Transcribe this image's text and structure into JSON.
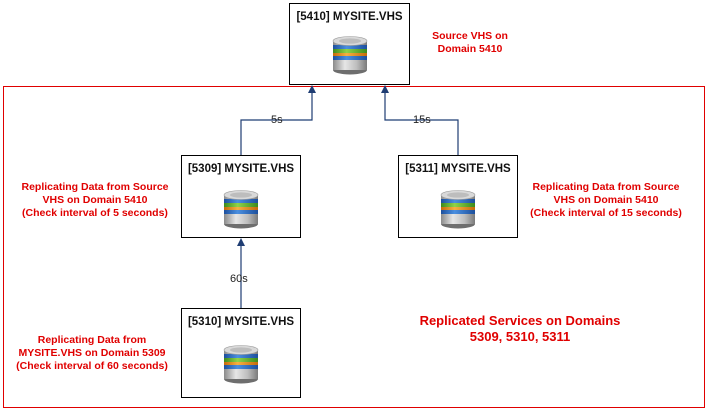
{
  "source": {
    "title": "[5410] MYSITE.VHS",
    "note_line1": "Source VHS on",
    "note_line2": "Domain 5410"
  },
  "node_5309": {
    "title": "[5309] MYSITE.VHS",
    "note_line1": "Replicating Data from Source",
    "note_line2": "VHS on Domain 5410",
    "note_line3": "(Check interval of 5 seconds)",
    "interval": "5s"
  },
  "node_5311": {
    "title": "[5311] MYSITE.VHS",
    "note_line1": "Replicating Data from Source",
    "note_line2": "VHS on Domain 5410",
    "note_line3": "(Check interval of 15 seconds)",
    "interval": "15s"
  },
  "node_5310": {
    "title": "[5310] MYSITE.VHS",
    "note_line1": "Replicating Data from",
    "note_line2": "MYSITE.VHS on Domain 5309",
    "note_line3": "(Check interval of 60 seconds)",
    "interval": "60s"
  },
  "replicated": {
    "line1": "Replicated Services on Domains",
    "line2": "5309, 5310, 5311"
  },
  "colors": {
    "accent_red": "#e00000",
    "connector_blue": "#1f3d73"
  },
  "icons": {
    "database": "database-icon"
  }
}
